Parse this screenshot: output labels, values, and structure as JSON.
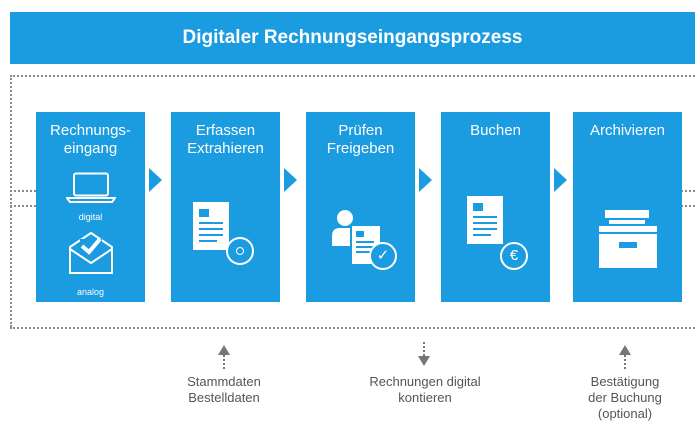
{
  "title": "Digitaler Rechnungseingangsprozess",
  "steps": [
    {
      "label": "Rechnungs-\neingang",
      "sub_digital": "digital",
      "sub_analog": "analog"
    },
    {
      "label": "Erfassen\nExtrahieren"
    },
    {
      "label": "Prüfen\nFreigeben"
    },
    {
      "label": "Buchen"
    },
    {
      "label": "Archivieren"
    }
  ],
  "notes": [
    {
      "text": "Stammdaten\nBestelldaten",
      "direction": "up"
    },
    {
      "text": "Rechnungen digital\nkontieren",
      "direction": "down"
    },
    {
      "text": "Bestätigung\nder Buchung\n(optional)",
      "direction": "up"
    }
  ],
  "symbols": {
    "euro": "€",
    "check": "✓"
  },
  "colors": {
    "accent": "#1b9be0",
    "note_text": "#555555",
    "dotted": "#8a8a8a"
  }
}
